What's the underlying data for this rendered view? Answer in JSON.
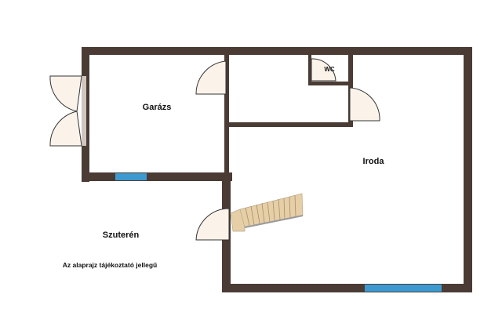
{
  "rooms": {
    "garage": "Garázs",
    "office": "Iroda",
    "basement": "Szuterén",
    "wc": "WC"
  },
  "note": "Az alaprajz tájékoztató jellegű",
  "colors": {
    "wall": "#4a3b34",
    "window": "#3d9ad1",
    "door_fill": "#fbf3ea",
    "stair": "#e6cfa6"
  }
}
